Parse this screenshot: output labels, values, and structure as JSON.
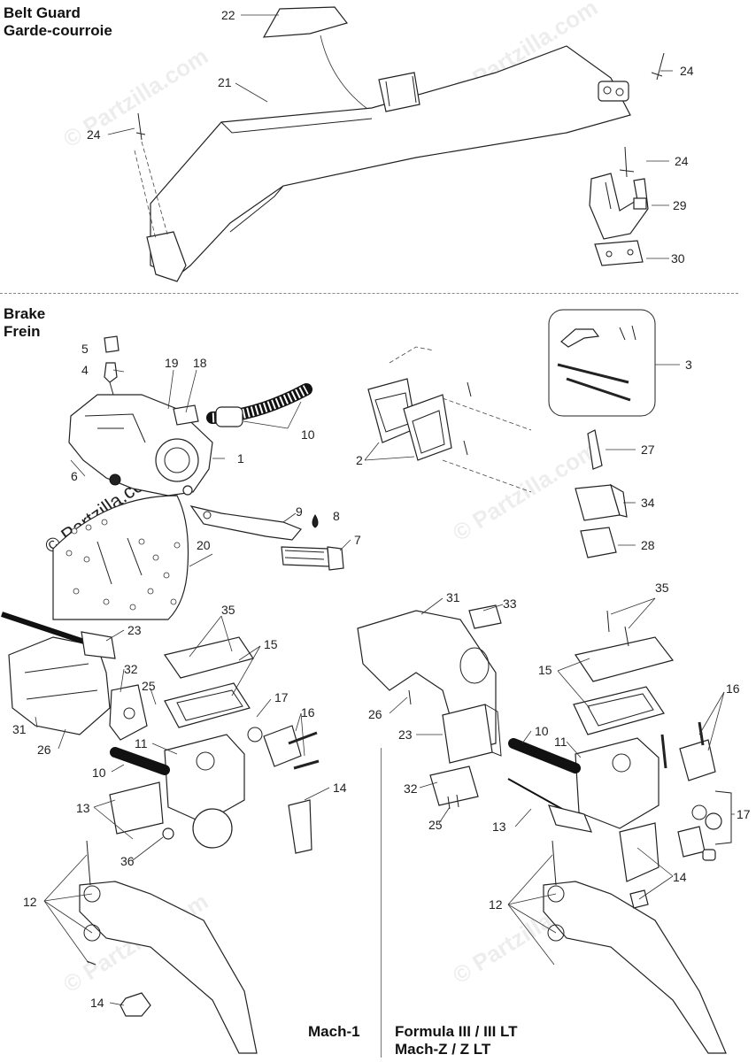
{
  "sections": {
    "belt_guard": {
      "title_en": "Belt Guard",
      "title_fr": "Garde-courroie"
    },
    "brake": {
      "title_en": "Brake",
      "title_fr": "Frein"
    }
  },
  "models": {
    "left": "Mach-1",
    "right_line1": "Formula III / III LT",
    "right_line2": "Mach-Z / Z LT"
  },
  "watermark": "© Partzilla.com",
  "callouts": {
    "c22": "22",
    "c21": "21",
    "c24a": "24",
    "c24b": "24",
    "c24c": "24",
    "c29": "29",
    "c30": "30",
    "c5": "5",
    "c4": "4",
    "c19": "19",
    "c18": "18",
    "c10a": "10",
    "c1": "1",
    "c6": "6",
    "c9": "9",
    "c8": "8",
    "c7": "7",
    "c20": "20",
    "c2": "2",
    "c3": "3",
    "c27": "27",
    "c34": "34",
    "c28": "28",
    "c23a": "23",
    "c35a": "35",
    "c15a": "15",
    "c32a": "32",
    "c25a": "25",
    "c17a": "17",
    "c31a": "31",
    "c26a": "26",
    "c16a": "16",
    "c11a": "11",
    "c10b": "10",
    "c14a": "14",
    "c13a": "13",
    "c36": "36",
    "c12a": "12",
    "c14b": "14",
    "c31b": "31",
    "c33": "33",
    "c35b": "35",
    "c15b": "15",
    "c16b": "16",
    "c26b": "26",
    "c23b": "23",
    "c10c": "10",
    "c11b": "11",
    "c32b": "32",
    "c25b": "25",
    "c13b": "13",
    "c17b": "17",
    "c14c": "14",
    "c12b": "12"
  }
}
